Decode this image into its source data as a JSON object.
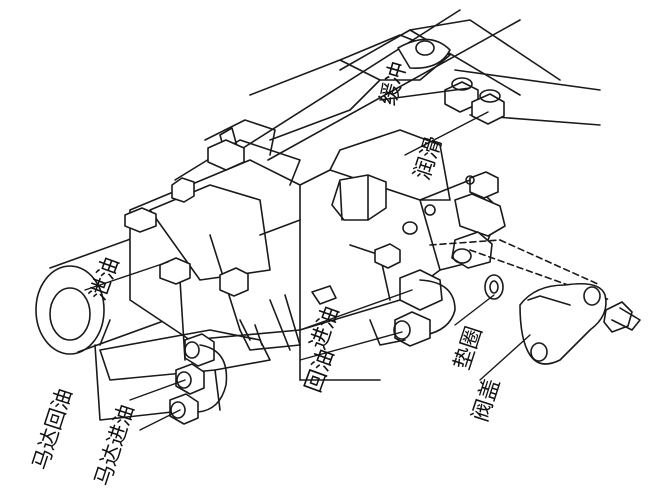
{
  "labels": {
    "buffer": "缓冲",
    "lubrication": "润滑",
    "drain": "泄油",
    "inlet_oil": "进油",
    "return_oil": "回油",
    "gasket": "垫圈",
    "valve_cover": "阀盖",
    "motor_return": "马达回油",
    "motor_inlet": "马达进油"
  },
  "colors": {
    "line": "#1a1a1a",
    "background": "#ffffff"
  }
}
